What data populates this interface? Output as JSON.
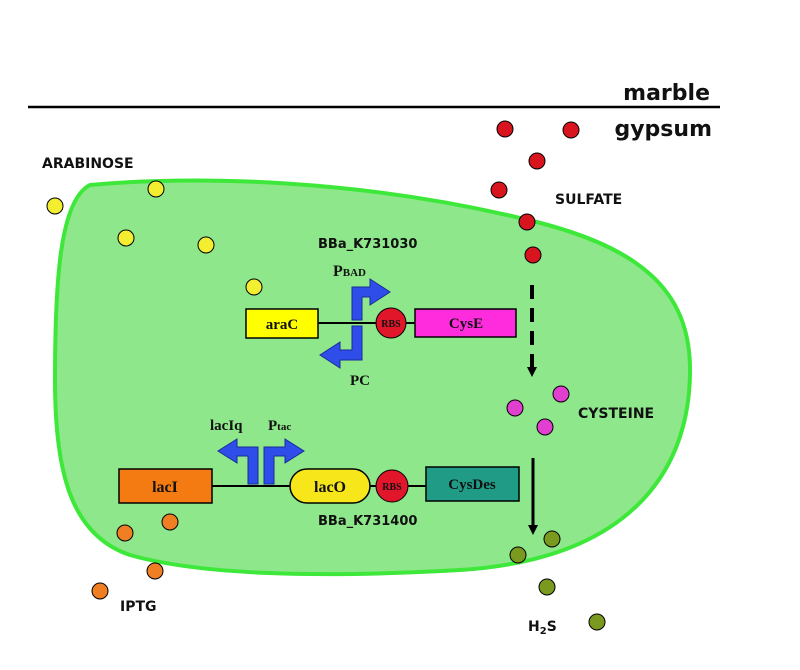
{
  "layers": {
    "top": "marble",
    "bottom": "gypsum"
  },
  "labels": {
    "arabinose": "ARABINOSE",
    "sulfate": "SULFATE",
    "cysteine": "CYSTEINE",
    "iptg": "IPTG",
    "h2s_main": "H",
    "h2s_sub": "2",
    "h2s_tail": "S",
    "bba1": "BBa_K731030",
    "bba2": "BBa_K731400",
    "pbad_main": "P",
    "pbad_sub": "BAD",
    "pc": "PC",
    "laciq": "lacIq",
    "ptac_main": "P",
    "ptac_sub": "tac"
  },
  "genes": {
    "arac": "araC",
    "rbs1": "RBS",
    "cyse": "CysE",
    "laci": "lacI",
    "laco": "lacO",
    "rbs2": "RBS",
    "cysdes": "CysDes"
  },
  "colors": {
    "cell_fill": "#8ee78a",
    "cell_stroke": "#3ee83a",
    "arabinose": "#f3ee2f",
    "sulfate": "#d8141f",
    "cysteine": "#e03fd0",
    "iptg": "#f07f24",
    "h2s": "#7a9a1f",
    "promoter": "#2f4de8",
    "arac": "#ffff00",
    "cyse": "#ff2cdd",
    "laci": "#f47a12",
    "laco": "#f6e61a",
    "cysdes": "#1f9b86",
    "rbs": "#e2162a"
  },
  "icons": [
    "promoter-arrow-icon",
    "dashed-arrow-icon",
    "solid-arrow-icon"
  ]
}
